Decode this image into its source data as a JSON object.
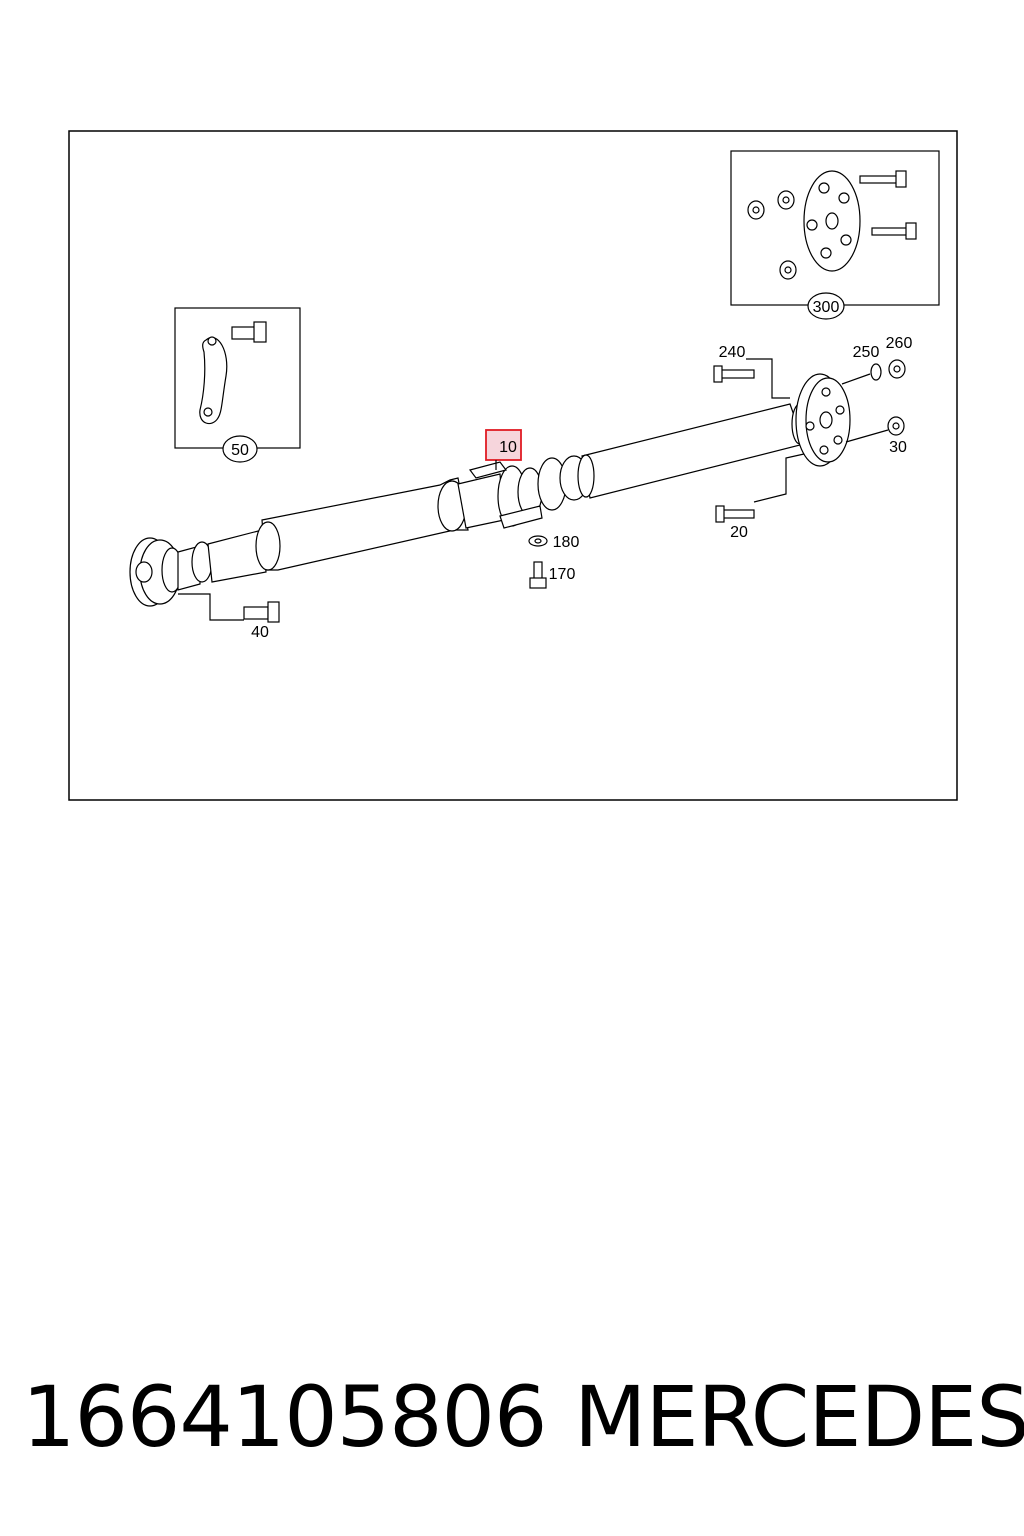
{
  "diagram": {
    "callouts": {
      "c10": "10",
      "c20": "20",
      "c30": "30",
      "c40": "40",
      "c50": "50",
      "c170": "170",
      "c180": "180",
      "c240": "240",
      "c250": "250",
      "c260": "260",
      "c300": "300"
    },
    "highlighted_callout": "10",
    "highlight_color": "#e01b24",
    "highlight_fill": "#f6d5dc"
  },
  "footer": {
    "part_number": "1664105806",
    "brand": "MERCEDES"
  }
}
